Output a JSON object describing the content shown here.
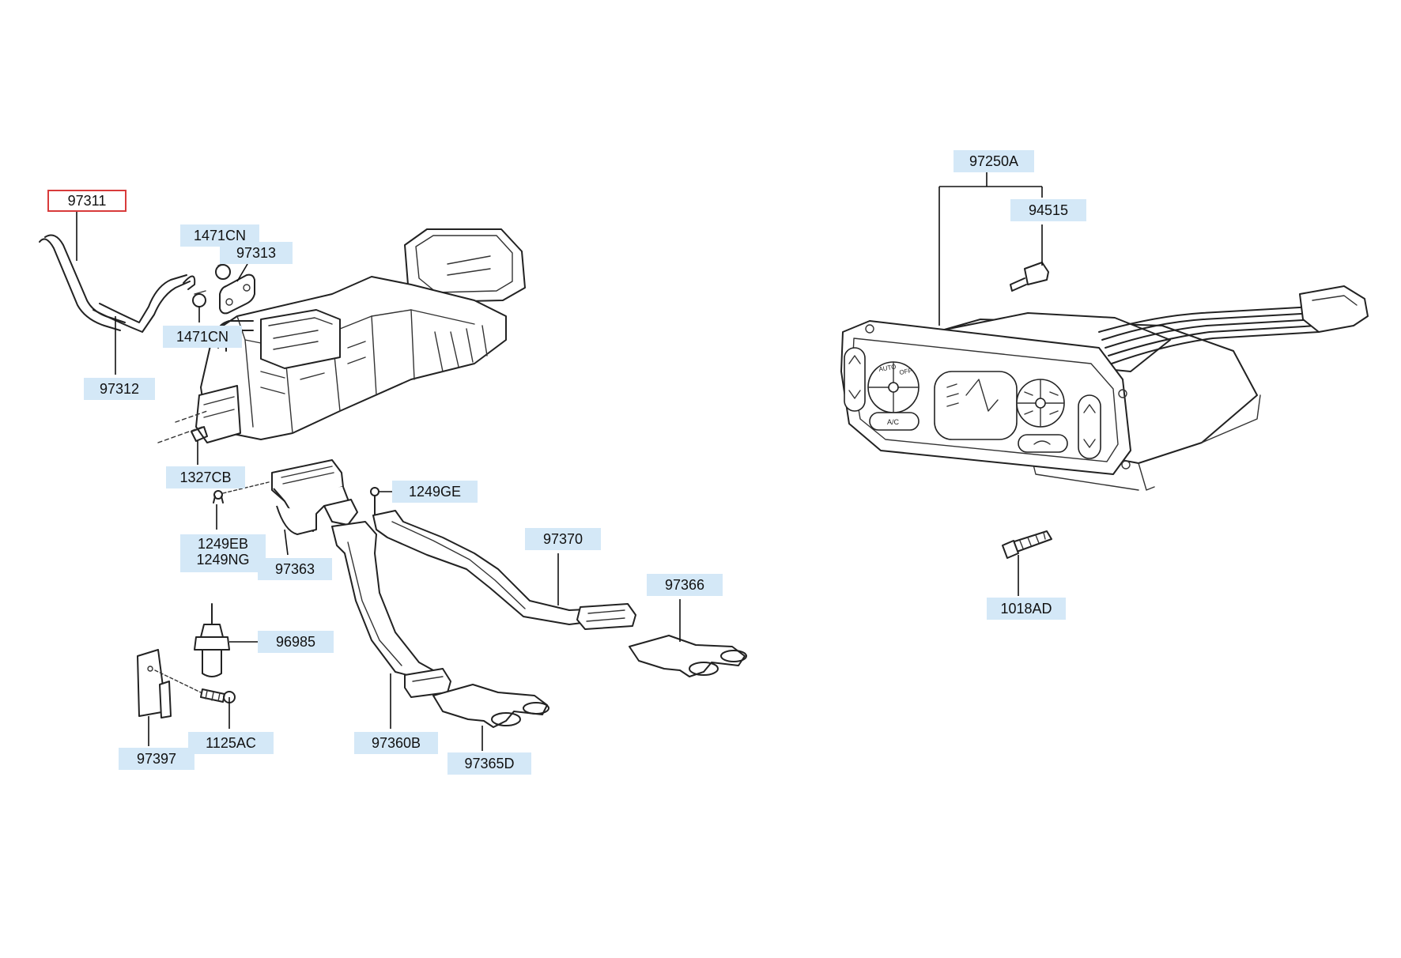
{
  "diagram": {
    "accent_colors": {
      "label_highlight": "#d4e8f7",
      "selected_border": "#d83b3b"
    },
    "labels": {
      "p97311": "97311",
      "p97312": "97312",
      "p1471cn_top": "1471CN",
      "p1471cn_bottom": "1471CN",
      "p97313": "97313",
      "p1327cb": "1327CB",
      "p1249eb": "1249EB",
      "p1249ng": "1249NG",
      "p97363": "97363",
      "p1249ge": "1249GE",
      "p97370": "97370",
      "p97366": "97366",
      "p96985": "96985",
      "p1125ac": "1125AC",
      "p97397": "97397",
      "p97360b": "97360B",
      "p97365d": "97365D",
      "p97250a": "97250A",
      "p94515": "94515",
      "p1018ad": "1018AD"
    },
    "control_panel": {
      "btn_auto": "AUTO",
      "btn_off": "OFF",
      "btn_ac": "A/C"
    }
  }
}
